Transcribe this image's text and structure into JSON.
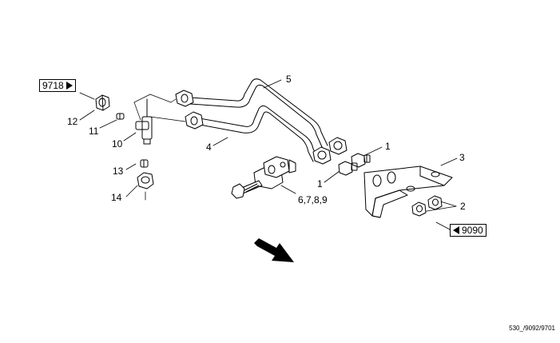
{
  "callouts": {
    "ref_top": "9718",
    "ref_right": "9090",
    "n12": "12",
    "n11": "11",
    "n10": "10",
    "n13": "13",
    "n14": "14",
    "n5": "5",
    "n4": "4",
    "n1a": "1",
    "n1b": "1",
    "n3": "3",
    "n2": "2",
    "n6789": "6,7,8,9"
  },
  "footer_code": "530_/9092/9701"
}
